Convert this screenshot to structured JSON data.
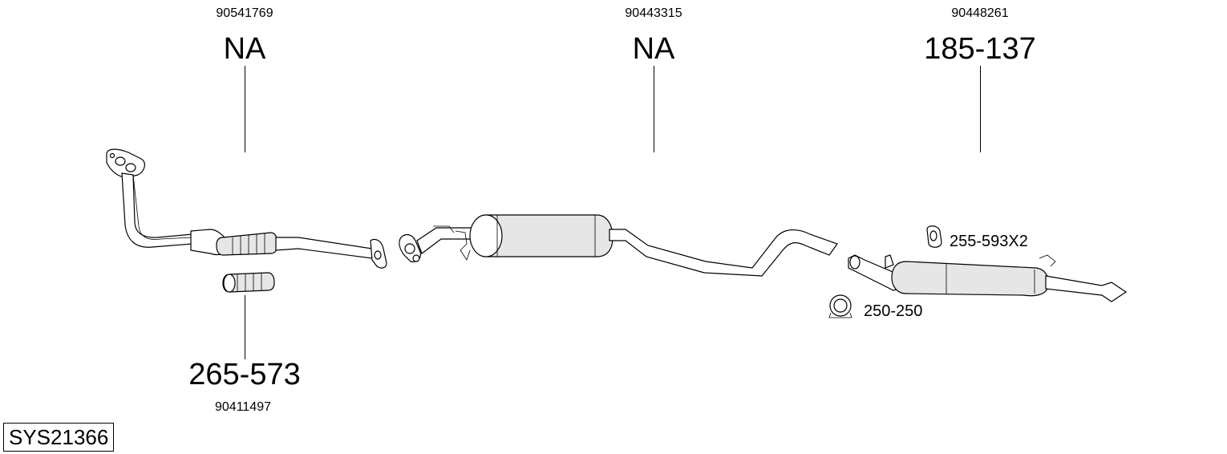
{
  "parts": {
    "front_pipe": {
      "oe_number": "90541769",
      "part_number": "NA"
    },
    "middle_silencer": {
      "oe_number": "90443315",
      "part_number": "NA"
    },
    "rear_silencer": {
      "oe_number": "90448261",
      "part_number": "185-137"
    },
    "flex_pipe": {
      "oe_number": "90411497",
      "part_number": "265-573"
    }
  },
  "accessories": {
    "rubber_mount": "255-593X2",
    "clamp": "250-250"
  },
  "system_code": "SYS21366"
}
